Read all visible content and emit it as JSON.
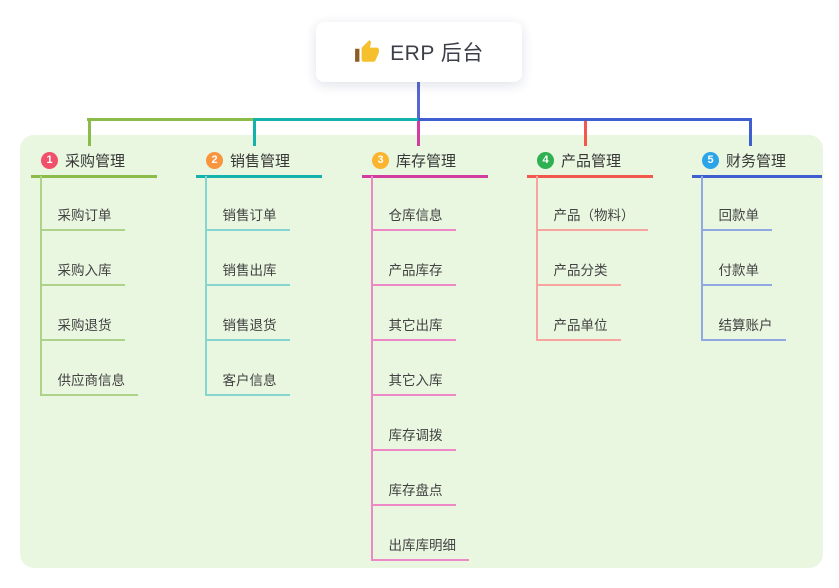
{
  "root": {
    "label": "ERP 后台",
    "icon": "thumbs-up",
    "icon_colors": {
      "hand": "#f5c02c",
      "cuff": "#8d5c24"
    }
  },
  "connectors": {
    "root_line": "#5767d1"
  },
  "panel": {
    "background": "#e9f6e0"
  },
  "branches": [
    {
      "num": "1",
      "label": "采购管理",
      "badge_color": "#f1506b",
      "color": "#8abb4b",
      "child_color": "#aed289",
      "children": [
        "采购订单",
        "采购入库",
        "采购退货",
        "供应商信息"
      ]
    },
    {
      "num": "2",
      "label": "销售管理",
      "badge_color": "#f9953f",
      "color": "#14b2ac",
      "child_color": "#85d6d0",
      "children": [
        "销售订单",
        "销售出库",
        "销售退货",
        "客户信息"
      ]
    },
    {
      "num": "3",
      "label": "库存管理",
      "badge_color": "#fcb32d",
      "color": "#d43da0",
      "child_color": "#ef88c6",
      "children": [
        "仓库信息",
        "产品库存",
        "其它出库",
        "其它入库",
        "库存调拨",
        "库存盘点",
        "出库库明细"
      ]
    },
    {
      "num": "4",
      "label": "产品管理",
      "badge_color": "#2fb153",
      "color": "#f3584e",
      "child_color": "#f9a59f",
      "children": [
        "产品（物料）",
        "产品分类",
        "产品单位"
      ]
    },
    {
      "num": "5",
      "label": "财务管理",
      "badge_color": "#2ba4e8",
      "color": "#3f5ecf",
      "child_color": "#91a9e3",
      "children": [
        "回款单",
        "付款单",
        "结算账户"
      ]
    }
  ]
}
